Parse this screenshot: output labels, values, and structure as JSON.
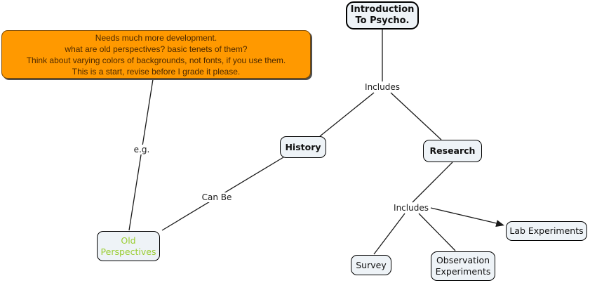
{
  "diagram": {
    "annotation": {
      "text": "Needs much more development.\nwhat are old perspectives? basic tenets of them?\nThink about varying colors of backgrounds, not fonts, if you use them.\nThis is a start, revise before I grade it please."
    },
    "nodes": {
      "intro": "Introduction\nTo Psycho.",
      "history": "History",
      "research": "Research",
      "old_perspectives": "Old\nPerspectives",
      "survey": "Survey",
      "observation": "Observation\nExperiments",
      "lab": "Lab Experiments"
    },
    "links": {
      "includes_intro": "Includes",
      "includes_research": "Includes",
      "can_be": "Can Be",
      "eg": "e.g."
    },
    "colors": {
      "annotation_bg": "#ff9900",
      "annotation_text": "#4d2900",
      "node_fill": "#eef3f7",
      "node_border": "#000000",
      "old_perspectives_text": "#9acd32",
      "connector_line": "#1a1a1a",
      "page_bg": "#ffffff"
    }
  }
}
